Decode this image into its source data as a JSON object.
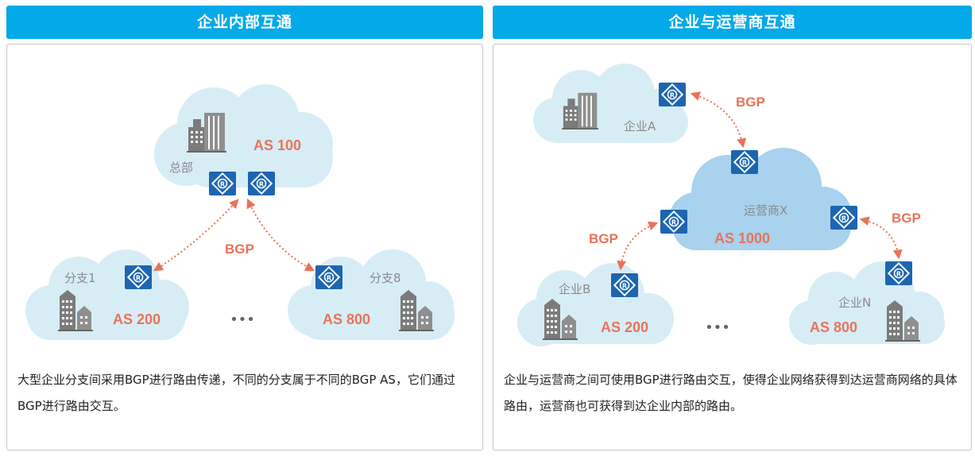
{
  "left_panel": {
    "title": "企业内部互通",
    "hq_label": "总部",
    "hq_as": "AS 100",
    "bgp_label": "BGP",
    "branch1_label": "分支1",
    "branch1_as": "AS 200",
    "branch8_label": "分支8",
    "branch8_as": "AS 800",
    "ellipsis": "•••",
    "description": "大型企业分支间采用BGP进行路由传递，不同的分支属于不同的BGP AS，它们通过BGP进行路由交互。"
  },
  "right_panel": {
    "title": "企业与运营商互通",
    "ent_a_label": "企业A",
    "bgp_top": "BGP",
    "carrier_label": "运营商X",
    "carrier_as": "AS 1000",
    "bgp_left": "BGP",
    "bgp_right": "BGP",
    "ent_b_label": "企业B",
    "ent_b_as": "AS 200",
    "ent_n_label": "企业N",
    "ent_n_as": "AS 800",
    "ellipsis": "•••",
    "description": "企业与运营商之间可使用BGP进行路由交互，使得企业网络获得到达运营商网络的具体路由，运营商也可获得到达企业内部的路由。"
  },
  "colors": {
    "header_bg": "#03a9e8",
    "cloud_light": "#d7edf6",
    "cloud_carrier": "#a8d2ee",
    "router": "#1d65b1",
    "accent": "#e8735a"
  },
  "icons": {
    "router": "router-icon",
    "building": "building-icon"
  }
}
